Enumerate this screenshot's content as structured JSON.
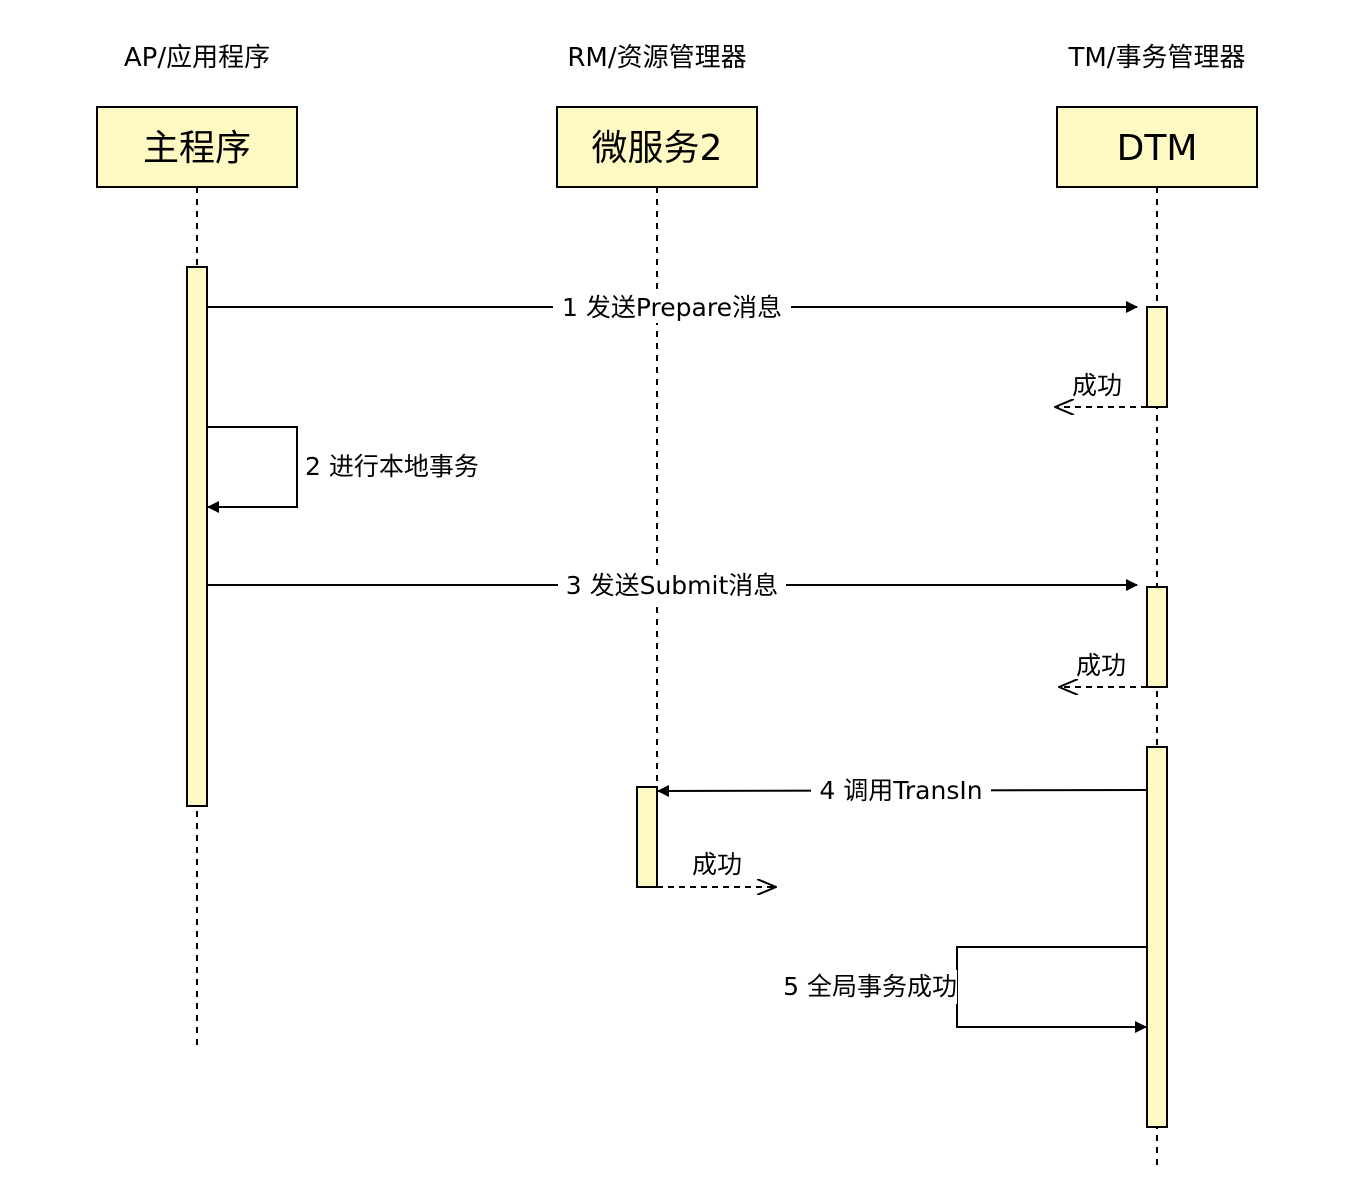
{
  "participants": [
    {
      "role": "AP/应用程序",
      "name": "主程序"
    },
    {
      "role": "RM/资源管理器",
      "name": "微服务2"
    },
    {
      "role": "TM/事务管理器",
      "name": "DTM"
    }
  ],
  "messages": [
    {
      "label": "1 发送Prepare消息",
      "from": "主程序",
      "to": "DTM",
      "style": "solid"
    },
    {
      "label": "成功",
      "from": "DTM",
      "to": "主程序",
      "style": "dashed-return"
    },
    {
      "label": "2 进行本地事务",
      "from": "主程序",
      "to": "主程序",
      "style": "self"
    },
    {
      "label": "3 发送Submit消息",
      "from": "主程序",
      "to": "DTM",
      "style": "solid"
    },
    {
      "label": "成功",
      "from": "DTM",
      "to": "主程序",
      "style": "dashed-return"
    },
    {
      "label": "4 调用TransIn",
      "from": "DTM",
      "to": "微服务2",
      "style": "solid"
    },
    {
      "label": "成功",
      "from": "微服务2",
      "to": "DTM",
      "style": "dashed-return"
    },
    {
      "label": "5 全局事务成功",
      "from": "DTM",
      "to": "DTM",
      "style": "self"
    }
  ],
  "colors": {
    "box_fill": "#fff9c4",
    "stroke": "#000000",
    "background": "#ffffff"
  }
}
